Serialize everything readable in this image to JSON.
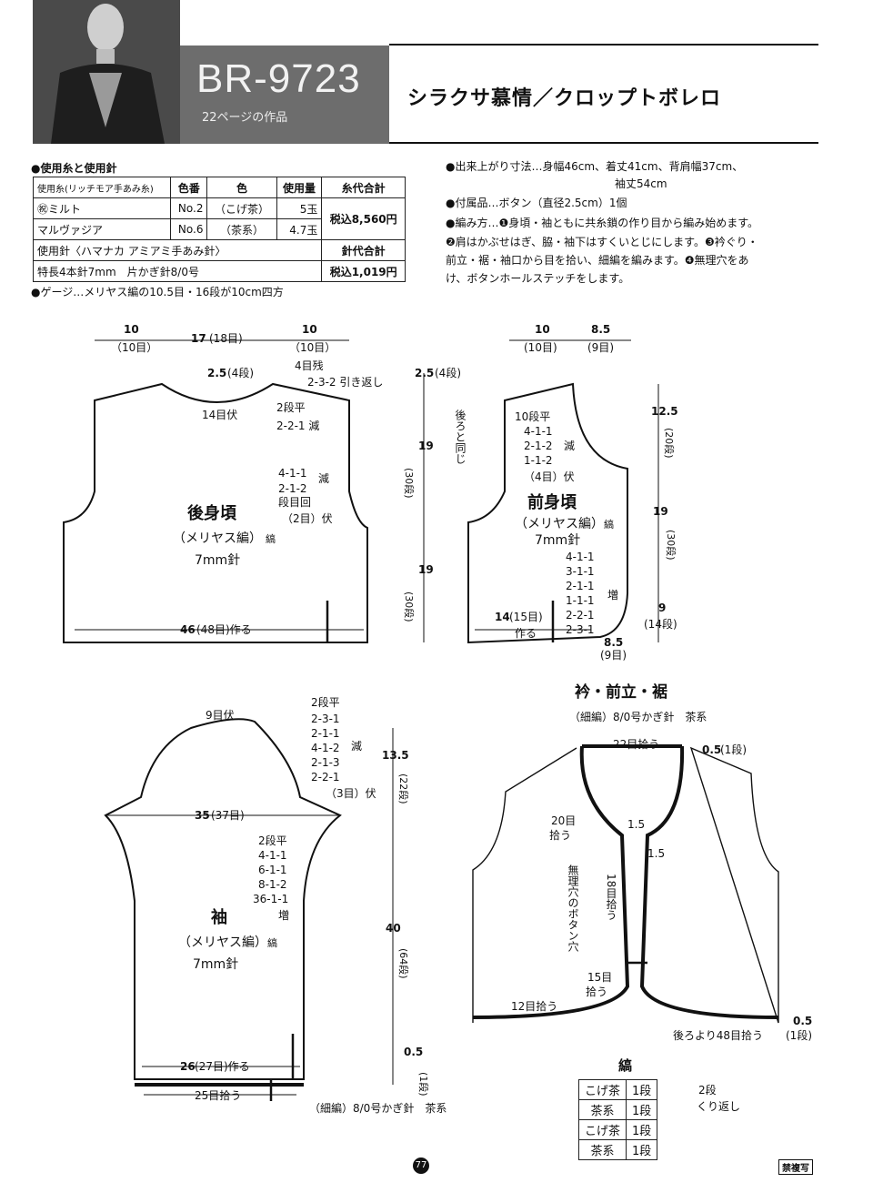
{
  "header": {
    "code": "BR-9723",
    "subtitle": "22ページの作品",
    "title": "シラクサ慕情／クロップトボレロ"
  },
  "materials": {
    "heading": "●使用糸と使用針",
    "columns": [
      "使用糸(リッチモア手あみ糸)",
      "色番",
      "色",
      "使用量",
      "糸代合計"
    ],
    "rows": [
      {
        "yarn": "㊗ミルト",
        "num": "No.2",
        "color": "（こげ茶）",
        "amount": "5玉"
      },
      {
        "yarn": "マルヴァジア",
        "num": "No.6",
        "color": "（茶系）",
        "amount": "4.7玉"
      }
    ],
    "yarn_total": "税込8,560円",
    "needle_heading": "使用針〈ハマナカ アミアミ手あみ針〉",
    "needle_total_label": "針代合計",
    "needles": "特長4本針7mm　片かぎ針8/0号",
    "needle_total": "税込1,019円",
    "gauge": "●ゲージ…メリヤス編の10.5目・16段が10cm四方"
  },
  "info": {
    "size": "●出来上がり寸法…身幅46cm、着丈41cm、背肩幅37cm、",
    "size2": "袖丈54cm",
    "notions": "●付属品…ボタン（直径2.5cm）1個",
    "method1": "●編み方…❶身頃・袖ともに共糸鎖の作り目から編み始めます。",
    "method2": "❷肩はかぶせはぎ、脇・袖下はすくいとじにします。❸衿ぐり・",
    "method3": "前立・裾・袖口から目を拾い、細編を編みます。❹無理穴をあ",
    "method4": "け、ボタンホールステッチをします。"
  },
  "back": {
    "title": "後身頃",
    "stitch": "（メリヤス編）",
    "needle": "7mm針",
    "d10a": "10",
    "d10a_s": "（10目）",
    "d17": "17",
    "d17_s": "(18目)",
    "d10b": "10",
    "d10b_s": "（10目）",
    "neck_top": "2.5",
    "neck_top_s": "(4段)",
    "rem": "4目残",
    "short_rows": "2-3-2 引き返し",
    "neck_bo": "14目伏",
    "n1": "2段平",
    "n2": "2-2-1 減",
    "a1": "4-1-1",
    "a2": "2-1-2",
    "a3": "段目回",
    "arm_bo": "（2目）伏",
    "arm_dec": "減",
    "cast": "46",
    "cast_s": "(48目)作る",
    "h_top": "2.5",
    "h_top_s": "(4段)",
    "h19a": "19",
    "h19a_s": "(30段)",
    "h19b": "19",
    "h19b_s": "(30段)",
    "kanji_knit": "縞"
  },
  "front": {
    "title": "前身頃",
    "stitch": "（メリヤス編）",
    "needle": "7mm針",
    "d10": "10",
    "d10_s": "(10目)",
    "d85": "8.5",
    "d85_s": "(9目)",
    "same_back": "後ろと同じ",
    "n0": "10段平",
    "n1": "4-1-1",
    "n2": "2-1-2",
    "n3": "1-1-2",
    "n_dec": "減",
    "n_bo": "（4目）伏",
    "i1": "4-1-1",
    "i2": "3-1-1",
    "i3": "2-1-1",
    "i4": "1-1-1",
    "i5": "2-2-1",
    "i6": "2-3-1",
    "inc": "増",
    "cast": "14",
    "cast_s": "(15目)",
    "cast_w": "作る",
    "bot": "8.5",
    "bot_s": "(9目)",
    "h125": "12.5",
    "h125_s": "(20段)",
    "h19": "19",
    "h19_s": "(30段)",
    "h9": "9",
    "h9_s": "(14段)",
    "kanji_knit": "縞"
  },
  "sleeve": {
    "title": "袖",
    "stitch": "（メリヤス編）",
    "needle": "7mm針",
    "top_bo": "9目伏",
    "c1": "2段平",
    "c2": "2-3-1",
    "c3": "2-1-1",
    "c4": "4-1-2",
    "c5": "2-1-3",
    "c6": "2-2-1",
    "c_dec": "減",
    "c_bo": "（3目）伏",
    "width": "35",
    "width_s": "(37目)",
    "s1": "2段平",
    "s2": "4-1-1",
    "s3": "6-1-1",
    "s4": "8-1-2",
    "s5": "36-1-1",
    "s_inc": "増",
    "cast": "26",
    "cast_s": "(27目)作る",
    "pick": "25目拾う",
    "cuff": "（細編）8/0号かぎ針　茶系",
    "h135": "13.5",
    "h135_s": "(22段)",
    "h40": "40",
    "h40_s": "(64段)",
    "h05": "0.5",
    "h05_s": "(1段)",
    "kanji_knit": "縞"
  },
  "collar": {
    "title": "衿・前立・裾",
    "subtitle": "（細編）8/0号かぎ針　茶系",
    "neck_pick": "22目拾う",
    "edge": "0.5",
    "edge_s": "(1段)",
    "pick20": "20目",
    "pick20b": "拾う",
    "g15a": "1.5",
    "g15b": "1.5",
    "hole": "無理穴のボタン穴",
    "pick18": "18目拾う",
    "pick15": "15目",
    "pick15b": "拾う",
    "pick12": "12目拾う",
    "back_pick": "後ろより48目拾う",
    "edge2": "0.5",
    "edge2_s": "(1段)"
  },
  "stripes": {
    "title": "縞",
    "rows": [
      {
        "color": "こげ茶",
        "rows": "1段"
      },
      {
        "color": "茶系",
        "rows": "1段"
      },
      {
        "color": "こげ茶",
        "rows": "1段"
      },
      {
        "color": "茶系",
        "rows": "1段"
      }
    ],
    "repeat": "2段",
    "repeat2": "くり返し"
  },
  "footer": {
    "page": "77",
    "stamp": "禁複写"
  }
}
